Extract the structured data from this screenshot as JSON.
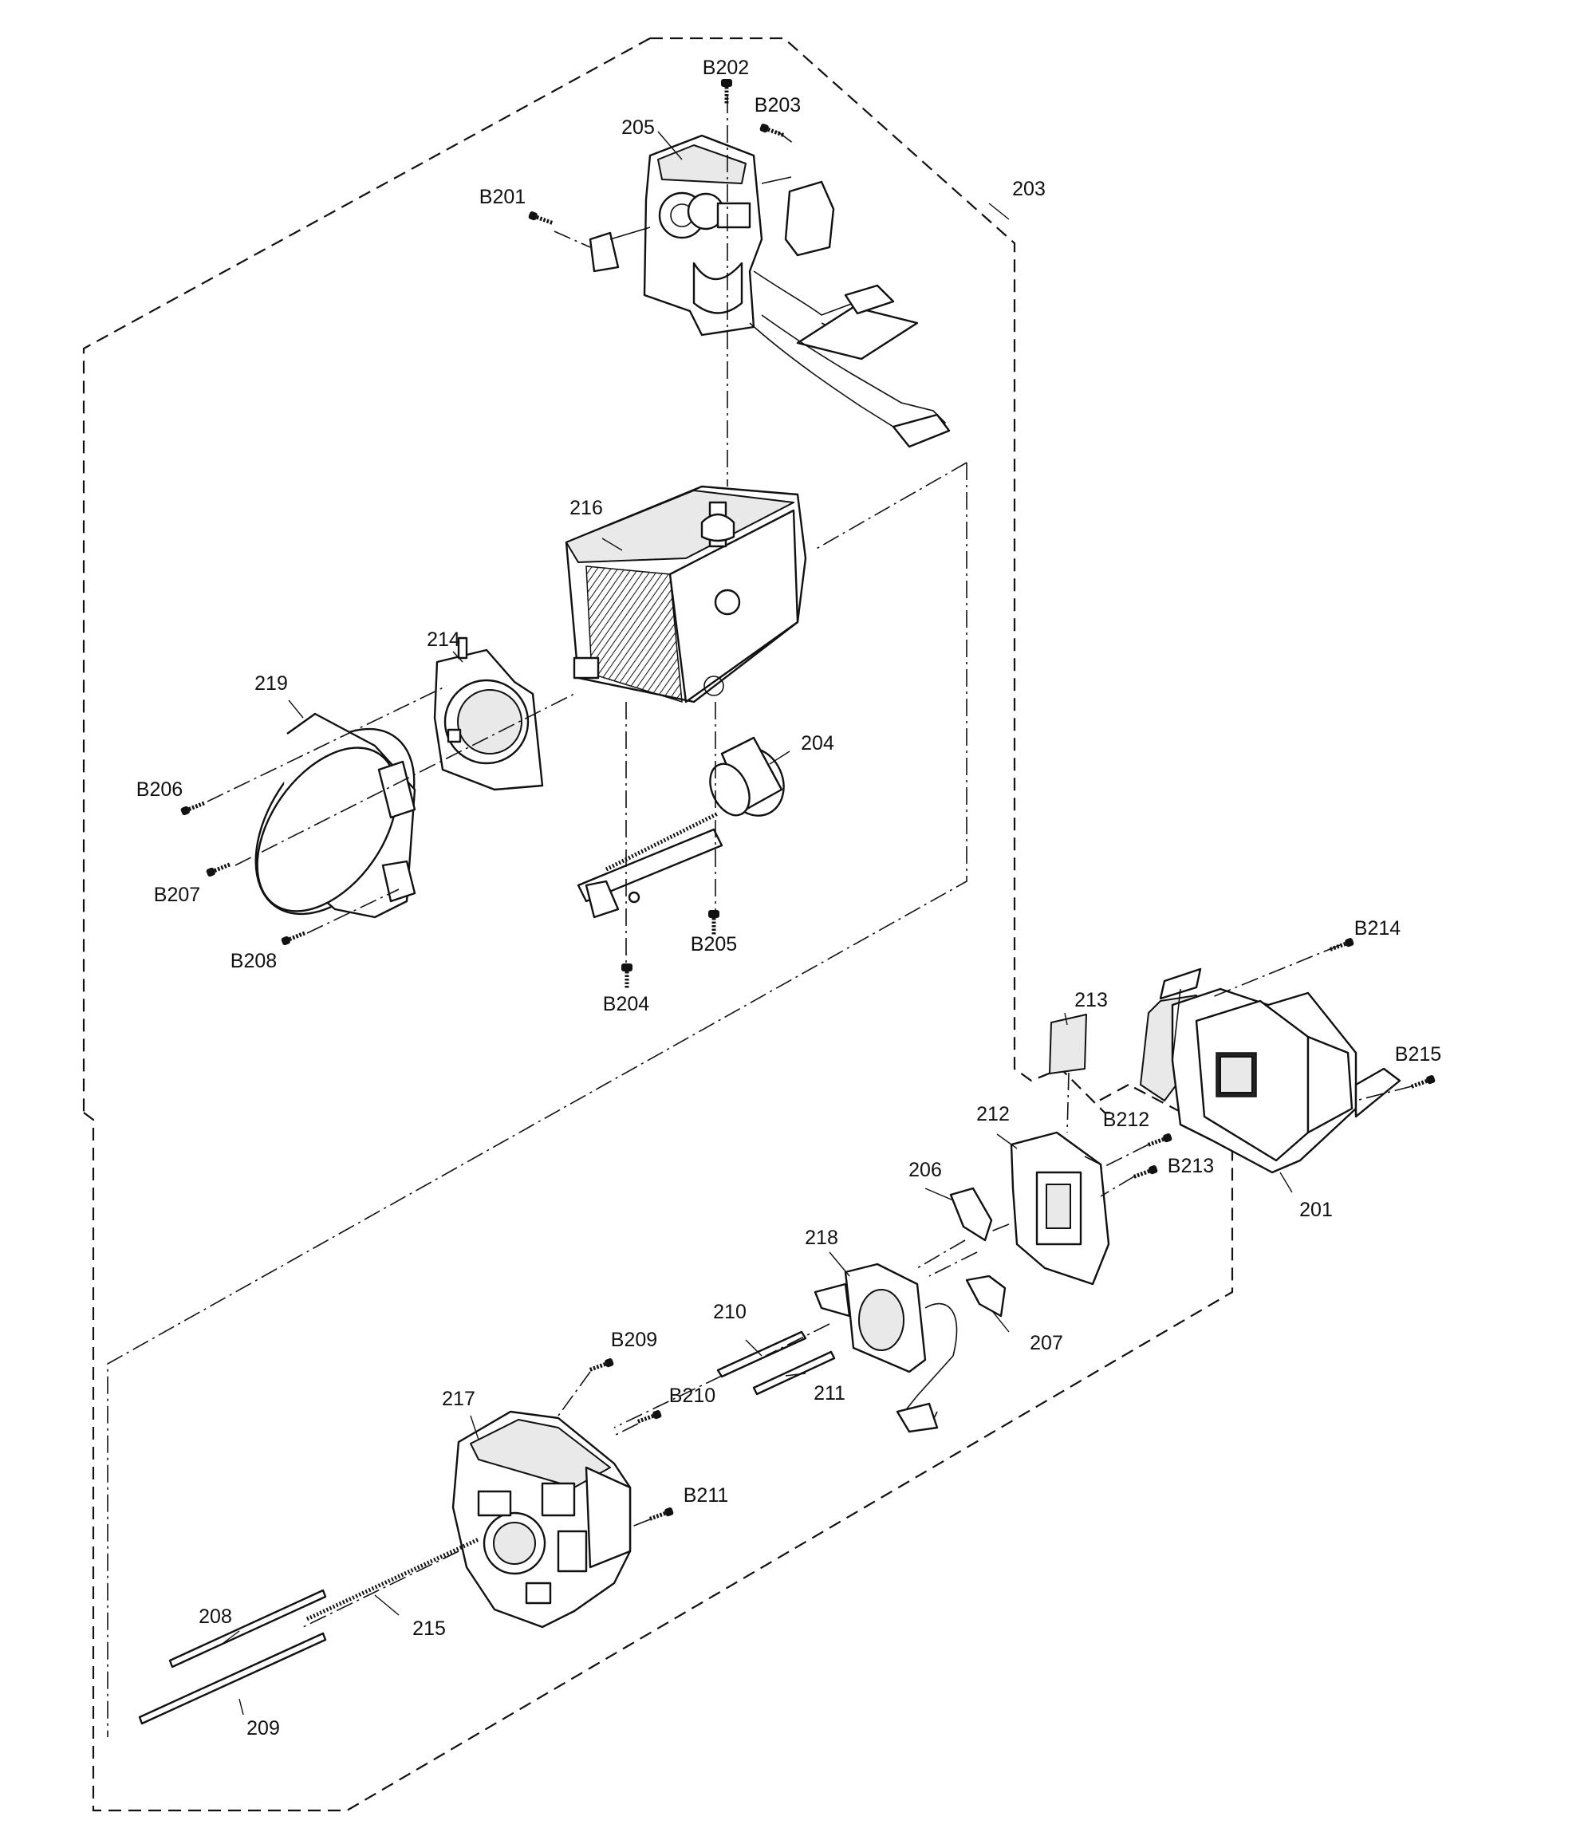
{
  "diagram": {
    "screws": {
      "B201": "B201",
      "B202": "B202",
      "B203": "B203",
      "B204": "B204",
      "B205": "B205",
      "B206": "B206",
      "B207": "B207",
      "B208": "B208",
      "B209": "B209",
      "B210": "B210",
      "B211": "B211",
      "B212": "B212",
      "B213": "B213",
      "B214": "B214",
      "B215": "B215"
    },
    "parts": {
      "p201": "201",
      "p203": "203",
      "p204": "204",
      "p205": "205",
      "p206": "206",
      "p207": "207",
      "p208": "208",
      "p209": "209",
      "p210": "210",
      "p211": "211",
      "p212": "212",
      "p213": "213",
      "p214": "214",
      "p215": "215",
      "p216": "216",
      "p217": "217",
      "p218": "218",
      "p219": "219"
    }
  }
}
